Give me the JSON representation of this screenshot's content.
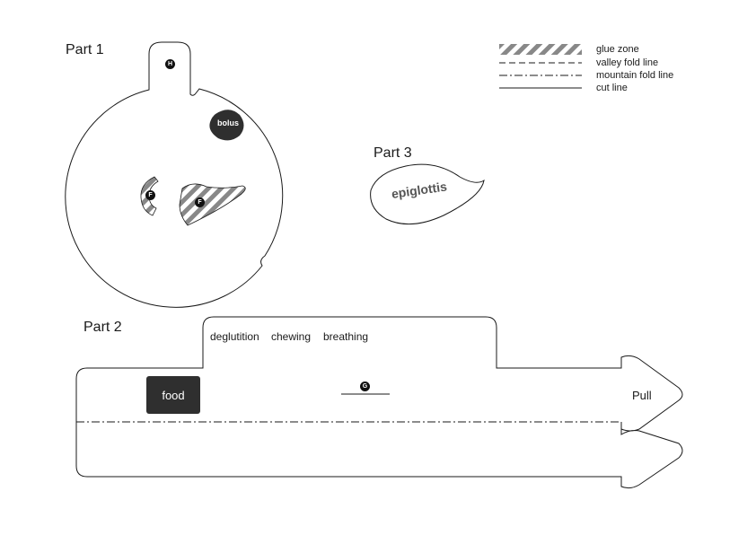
{
  "part1": {
    "title": "Part 1",
    "tab_marker": "H",
    "bolus_label": "bolus",
    "flap_markers": [
      "F",
      "F"
    ]
  },
  "part2": {
    "title": "Part 2",
    "tab_words": [
      "deglutition",
      "chewing",
      "breathing"
    ],
    "food_label": "food",
    "slot_marker": "G",
    "pull_label": "Pull"
  },
  "part3": {
    "title": "Part 3",
    "label": "epiglottis"
  },
  "legend": [
    {
      "label": "glue zone",
      "line": "hatch"
    },
    {
      "label": "valley fold line",
      "line": "dashed"
    },
    {
      "label": "mountain fold line",
      "line": "dash-dot"
    },
    {
      "label": "cut line",
      "line": "solid"
    }
  ],
  "colors": {
    "ink": "#1a1a1a",
    "dark_fill": "#2f2f2f",
    "hatch": "#888888"
  }
}
